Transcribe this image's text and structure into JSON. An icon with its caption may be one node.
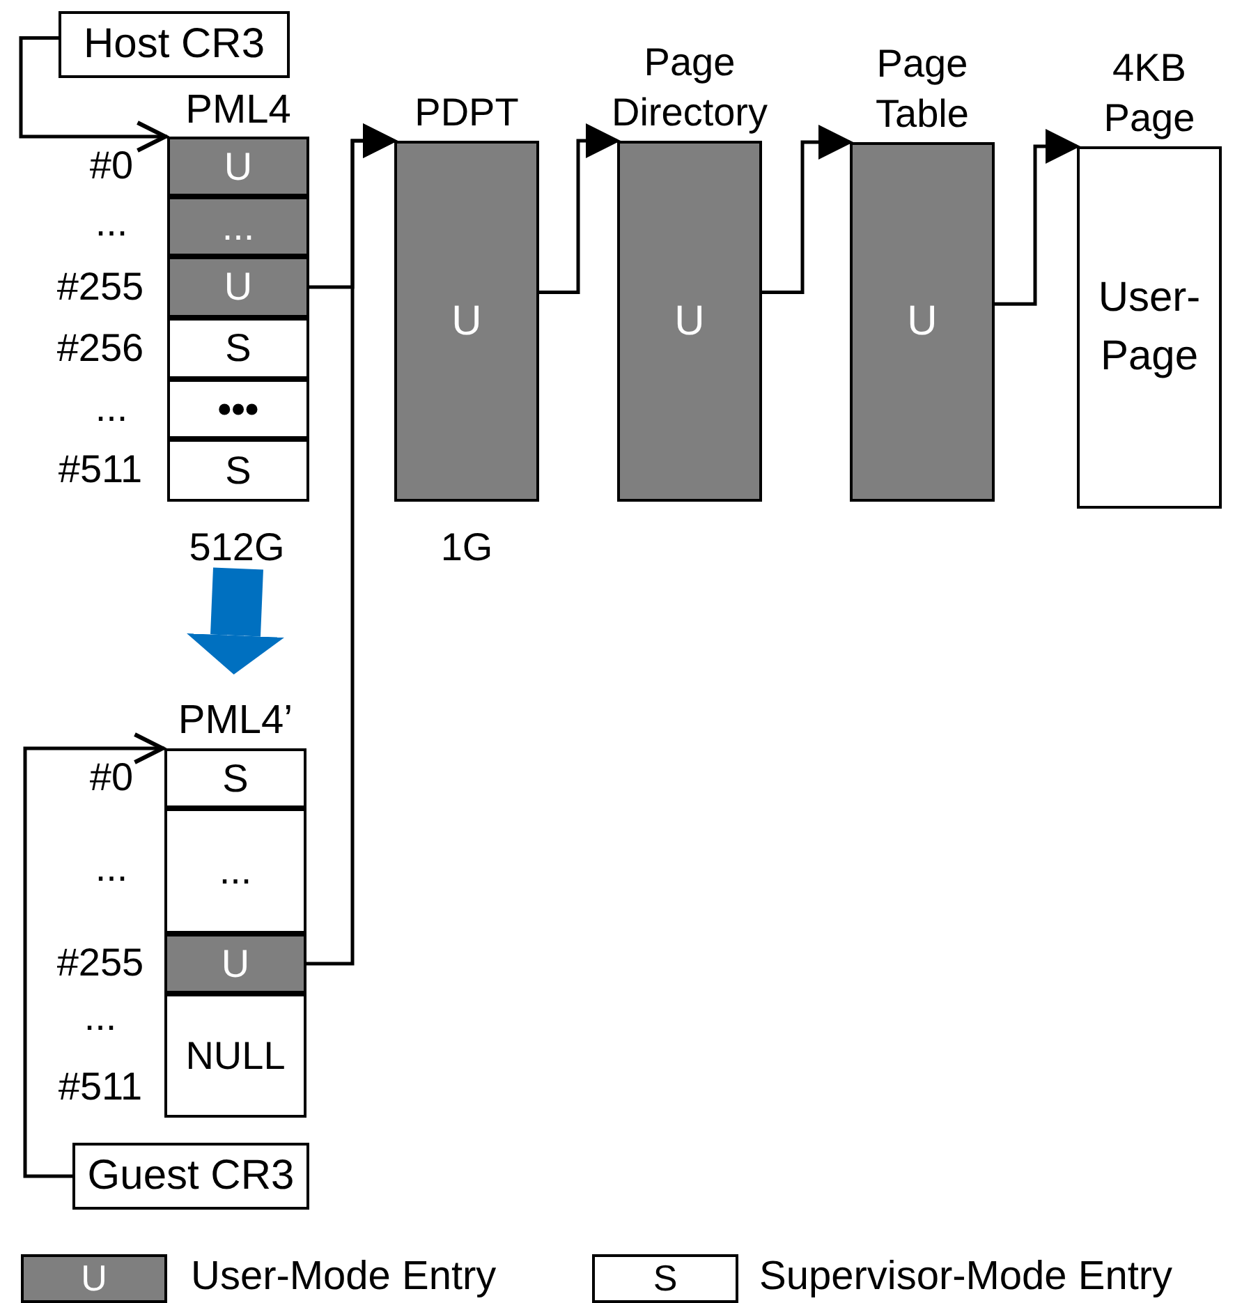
{
  "diagram": {
    "nodes": [
      {
        "text": [
          "Host CR3"
        ]
      },
      {
        "text": [
          "PML4"
        ],
        "beside": [
          "512G"
        ]
      },
      {
        "text": [
          "U"
        ],
        "in": 1,
        "beside": [
          "#0"
        ]
      },
      {
        "text": [
          "..."
        ],
        "in": 1,
        "beside": [
          "..."
        ]
      },
      {
        "text": [
          "U"
        ],
        "in": 1,
        "beside": [
          "#255"
        ]
      },
      {
        "text": [
          "S"
        ],
        "in": 1,
        "beside": [
          "#256"
        ]
      },
      {
        "text": [
          "•••"
        ],
        "in": 1,
        "beside": [
          "..."
        ]
      },
      {
        "text": [
          "S"
        ],
        "in": 1,
        "beside": [
          "#511"
        ]
      },
      {
        "text": [
          "PDPT",
          "U"
        ],
        "beside": [
          "1G"
        ]
      },
      {
        "text": [
          "Page Directory",
          "U"
        ]
      },
      {
        "text": [
          "Page Table",
          "U"
        ]
      },
      {
        "text": [
          "4KB Page",
          "User-Page"
        ]
      },
      {
        "text": [
          "PML4’"
        ]
      },
      {
        "text": [
          "S"
        ],
        "in": 12,
        "beside": [
          "#0"
        ]
      },
      {
        "text": [
          "..."
        ],
        "in": 12,
        "beside": [
          "..."
        ]
      },
      {
        "text": [
          "U"
        ],
        "in": 12,
        "beside": [
          "#255"
        ]
      },
      {
        "text": [
          "NULL"
        ],
        "in": 12,
        "beside": [
          "...",
          "#511"
        ]
      },
      {
        "text": [
          "Guest CR3"
        ]
      }
    ],
    "edges": [
      {
        "from": 0,
        "to": 1,
        "arrow": "to"
      },
      {
        "from": 4,
        "to": 8,
        "arrow": "to"
      },
      {
        "from": 15,
        "to": 8,
        "arrow": "to"
      },
      {
        "from": 8,
        "to": 9,
        "arrow": "to"
      },
      {
        "from": 9,
        "to": 10,
        "arrow": "to"
      },
      {
        "from": 10,
        "to": 11,
        "arrow": "to"
      },
      {
        "from": 17,
        "to": 12,
        "arrow": "to"
      },
      {
        "from": 1,
        "to": 12,
        "arrow": "to",
        "style": "thick",
        "color": "#0070c0"
      }
    ],
    "labels": [
      "U",
      "S"
    ],
    "legend": [
      {
        "text": "User-Mode Entry",
        "color": "#7f7f7f"
      },
      {
        "text": "Supervisor-Mode Entry",
        "color": "#ffffff"
      }
    ]
  }
}
